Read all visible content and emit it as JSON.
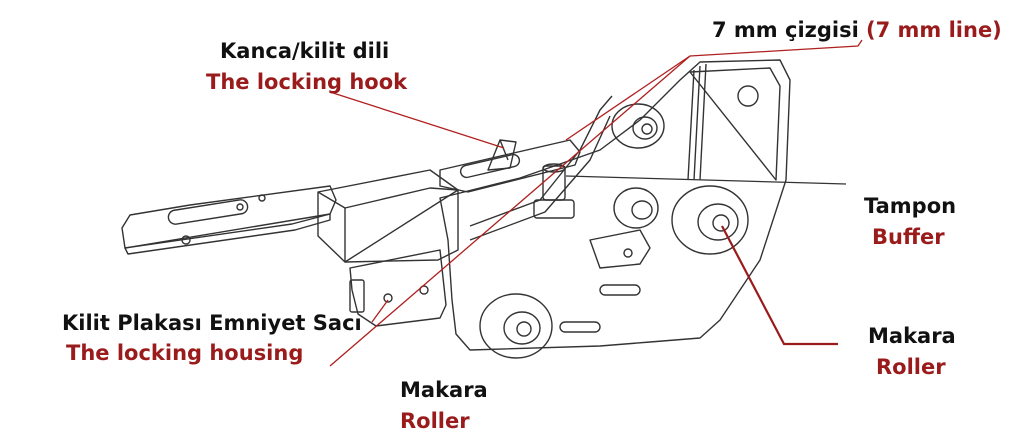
{
  "colors": {
    "ink": "#111111",
    "accent": "#9a1b1b",
    "line": "#333333",
    "leader": "#b02020"
  },
  "labels": {
    "seven_mm_tr": "7 mm çizgisi",
    "seven_mm_en": "(7 mm line)",
    "hook_tr": "Kanca/kilit dili",
    "hook_en": "The locking hook",
    "buffer_tr": "Tampon",
    "buffer_en": "Buffer",
    "housing_tr": "Kilit Plakası Emniyet Sacı",
    "housing_en": "The locking housing",
    "roller_right_tr": "Makara",
    "roller_right_en": "Roller",
    "roller_bottom_tr": "Makara",
    "roller_bottom_en": "Roller"
  }
}
